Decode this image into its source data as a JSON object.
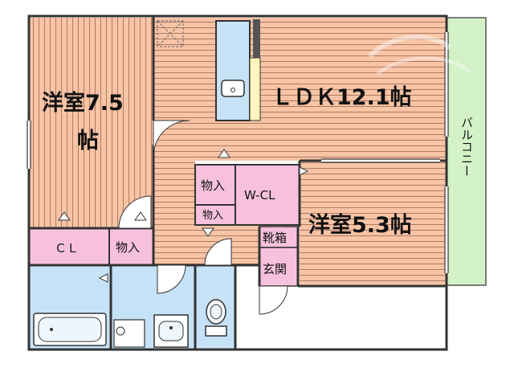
{
  "rooms": {
    "western_1": {
      "line1": "洋室7.5",
      "line2": "帖"
    },
    "ldk": "ＬＤＫ12.1帖",
    "western_2": "洋室5.3帖",
    "balcony": "バルコニー",
    "wcl": "W-CL",
    "storage_upper": "物入",
    "storage_lower": "物入",
    "storage_left": "物入",
    "cl": "ＣＬ",
    "shoe_box": "靴箱",
    "entrance": "玄関"
  },
  "colors": {
    "wood_floor": "#f7c4a6",
    "wood_line": "#b07a62",
    "storage": "#f7c1dd",
    "bathroom": "#c6e2f6",
    "balcony": "#d3f2c7",
    "wall": "#333333"
  },
  "icons": [
    "bathtub-icon",
    "washbasin-icon",
    "toilet-icon",
    "kitchen-sink-icon",
    "washing-machine-icon"
  ]
}
